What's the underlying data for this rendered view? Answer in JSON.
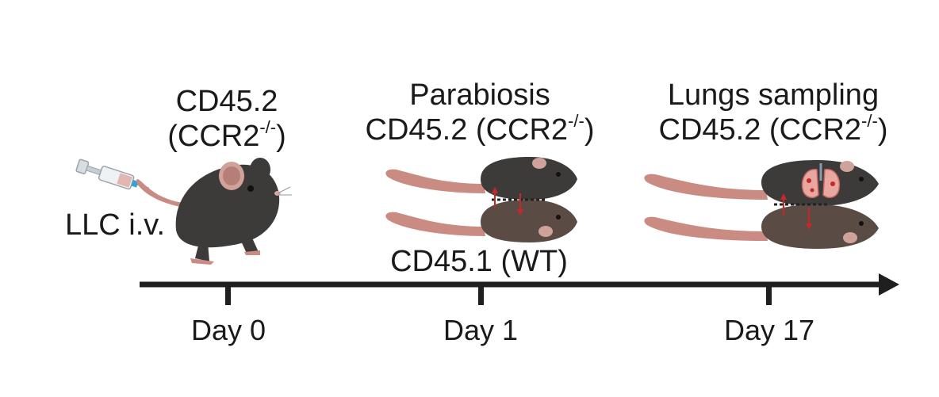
{
  "stages": [
    {
      "title_lines": [
        "CD45.2",
        "(CCR2"
      ],
      "superscript": "-/-",
      "closing": ")",
      "annotation": "LLC i.v.",
      "day": "Day 0"
    },
    {
      "title": "Parabiosis",
      "line2": "CD45.2 (CCR2",
      "superscript": "-/-",
      "closing": ")",
      "lower_label": "CD45.1 (WT)",
      "day": "Day 1"
    },
    {
      "title": "Lungs sampling",
      "line2": "CD45.2 (CCR2",
      "superscript": "-/-",
      "closing": ")",
      "day": "Day 17"
    }
  ],
  "colors": {
    "dark_mouse": "#3c3b3a",
    "brown_mouse": "#5a4c44",
    "tail": "#c98b82",
    "timeline": "#1f1f1f",
    "arrow_red": "#c62828",
    "lung": "#e9a7a1"
  },
  "icons": [
    "syringe-icon",
    "mouse-icon",
    "lungs-icon"
  ]
}
